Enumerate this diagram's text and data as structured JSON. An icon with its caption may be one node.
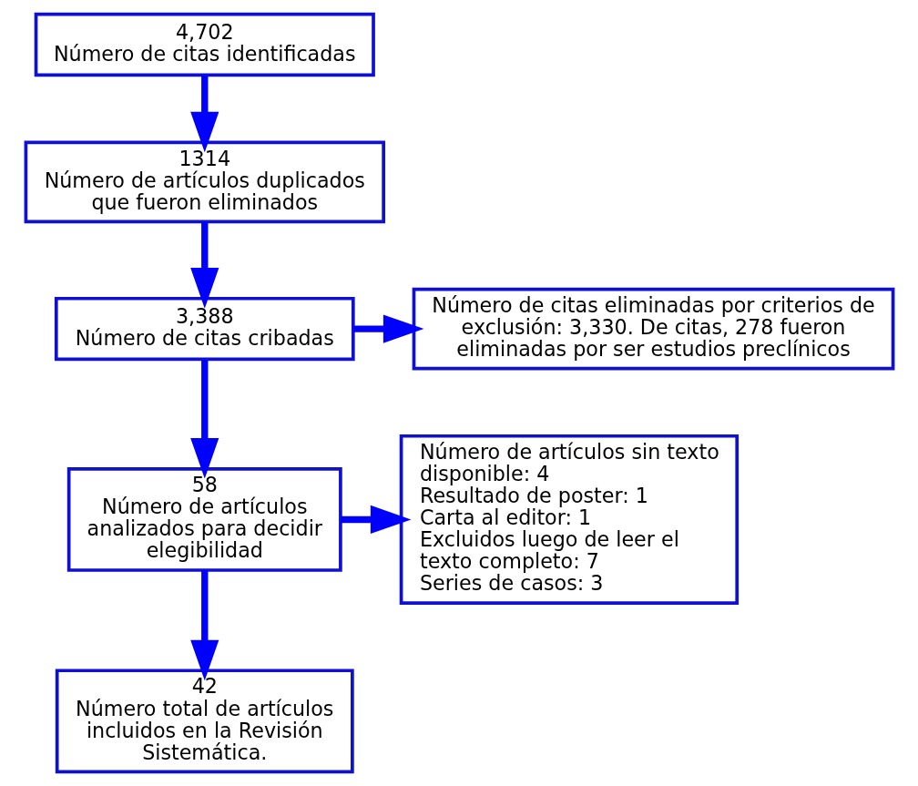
{
  "diagram": {
    "nodes": [
      {
        "text": [
          "4,702",
          "Número de citas identificadas"
        ]
      },
      {
        "text": [
          "1314",
          "Número de artículos duplicados que fueron eliminados"
        ]
      },
      {
        "text": [
          "3,388",
          "Número de citas cribadas"
        ]
      },
      {
        "text": [
          "Número de citas eliminadas por criterios de exclusión: 3,330. De citas, 278 fueron eliminadas por ser estudios preclínicos"
        ]
      },
      {
        "text": [
          "58",
          "Número de artículos analizados para decidir elegibilidad"
        ]
      },
      {
        "text": [
          "Número de artículos sin texto disponible: 4",
          "Resultado de poster: 1",
          "Carta al editor: 1",
          "Excluidos luego de leer el texto completo: 7",
          "Series de casos: 3"
        ]
      },
      {
        "text": [
          "42",
          "Número total de artículos incluidos en la Revisión Sistemática."
        ]
      }
    ],
    "edges": [
      {
        "from": 0,
        "to": 1,
        "arrow": "to"
      },
      {
        "from": 1,
        "to": 2,
        "arrow": "to"
      },
      {
        "from": 2,
        "to": 3,
        "arrow": "to"
      },
      {
        "from": 2,
        "to": 4,
        "arrow": "to"
      },
      {
        "from": 4,
        "to": 5,
        "arrow": "to"
      },
      {
        "from": 4,
        "to": 6,
        "arrow": "to"
      }
    ]
  }
}
